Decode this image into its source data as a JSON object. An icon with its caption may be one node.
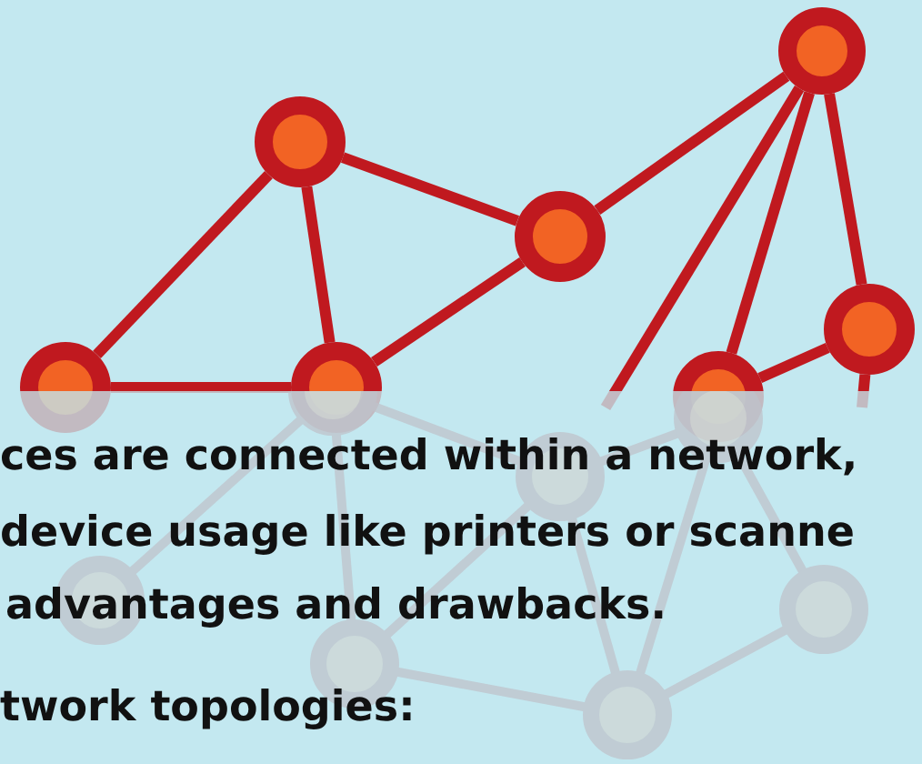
{
  "diagram": {
    "nodes": [
      {
        "text": [],
        "shape": "circle"
      },
      {
        "text": [],
        "shape": "circle"
      },
      {
        "text": [],
        "shape": "circle"
      },
      {
        "text": [],
        "shape": "circle"
      },
      {
        "text": [],
        "shape": "circle"
      },
      {
        "text": [],
        "shape": "circle"
      },
      {
        "text": [],
        "shape": "circle"
      }
    ],
    "edges": [
      {
        "from": 6,
        "to": 0,
        "arrow": "none"
      },
      {
        "from": 6,
        "to": 5,
        "arrow": "none"
      },
      {
        "from": 0,
        "to": 5,
        "arrow": "none"
      },
      {
        "from": 0,
        "to": 1,
        "arrow": "none"
      },
      {
        "from": 5,
        "to": 1,
        "arrow": "none"
      },
      {
        "from": 1,
        "to": 2,
        "arrow": "none"
      },
      {
        "from": 2,
        "to": null,
        "arrow": "none"
      },
      {
        "from": 2,
        "to": 4,
        "arrow": "none"
      },
      {
        "from": 2,
        "to": 3,
        "arrow": "none"
      },
      {
        "from": 4,
        "to": 3,
        "arrow": "none"
      },
      {
        "from": 3,
        "to": null,
        "arrow": "none"
      }
    ],
    "labels": [
      "ces are connected within a network,",
      "device usage like printers or scanne",
      "advantages and drawbacks.",
      "twork topologies:"
    ]
  }
}
